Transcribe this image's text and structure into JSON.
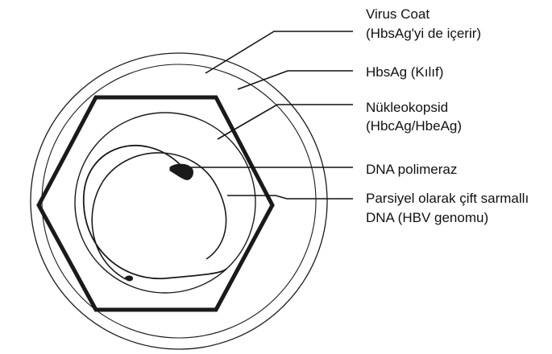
{
  "labels": {
    "virus_coat": {
      "line1": "Virus Coat",
      "line2": "(HbsAg'yi de içerir)"
    },
    "hbsag": {
      "line1": "HbsAg (Kılıf)"
    },
    "nucleocapsid": {
      "line1": "Nükleokopsid",
      "line2": "(HbcAg/HbeAg)"
    },
    "dna_polymerase": {
      "line1": "DNA polimeraz"
    },
    "dna": {
      "line1": "Parsiyel olarak çift sarmallı",
      "line2": "DNA (HBV genomu)"
    }
  },
  "colors": {
    "ink": "#1a1a1a",
    "background": "#ffffff"
  }
}
